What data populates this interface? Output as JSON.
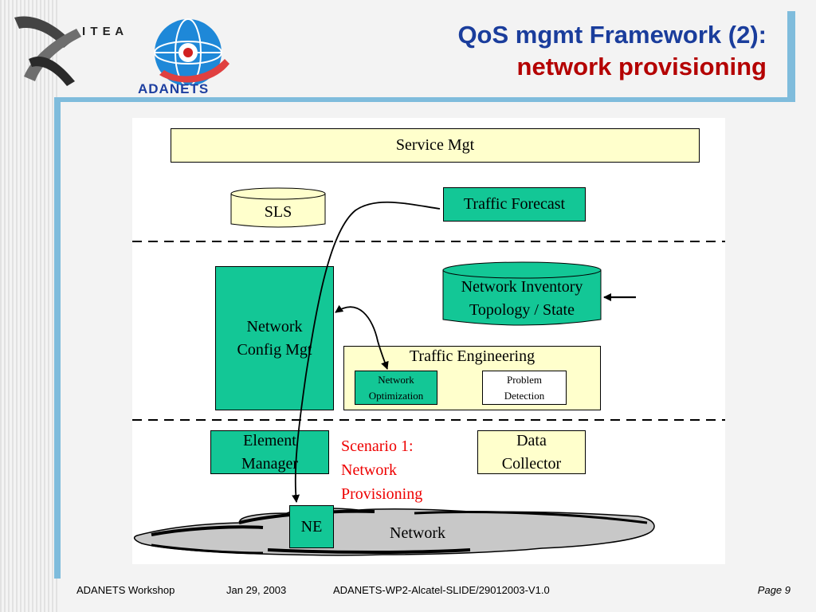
{
  "header": {
    "logo_top": "I T E A",
    "logo_bottom": "ADANETS",
    "title_line1": "QoS mgmt Framework (2):",
    "title_line2": "network provisioning"
  },
  "diagram": {
    "service_mgt": "Service Mgt",
    "sls": "SLS",
    "traffic_forecast": "Traffic Forecast",
    "inventory_line1": "Network Inventory",
    "inventory_line2": "Topology / State",
    "config_line1": "Network",
    "config_line2": "Config Mgt",
    "traffic_engineering": "Traffic Engineering",
    "optimization_line1": "Network",
    "optimization_line2": "Optimization",
    "problem_line1": "Problem",
    "problem_line2": "Detection",
    "element_line1": "Element",
    "element_line2": "Manager",
    "collector_line1": "Data",
    "collector_line2": "Collector",
    "scenario_line1": "Scenario 1:",
    "scenario_line2": "Network",
    "scenario_line3": "Provisioning",
    "ne": "NE",
    "network": "Network"
  },
  "footer": {
    "event": "ADANETS Workshop",
    "date": "Jan 29, 2003",
    "doc_id": "ADANETS-WP2-Alcatel-SLIDE/29012003-V1.0",
    "page": "Page 9"
  },
  "colors": {
    "accent_blue": "#7fbcdc",
    "title_blue": "#1a3d9c",
    "title_red": "#b40000",
    "box_green": "#13c796",
    "box_yellow": "#ffffcc",
    "scenario_red": "#ee0000"
  }
}
